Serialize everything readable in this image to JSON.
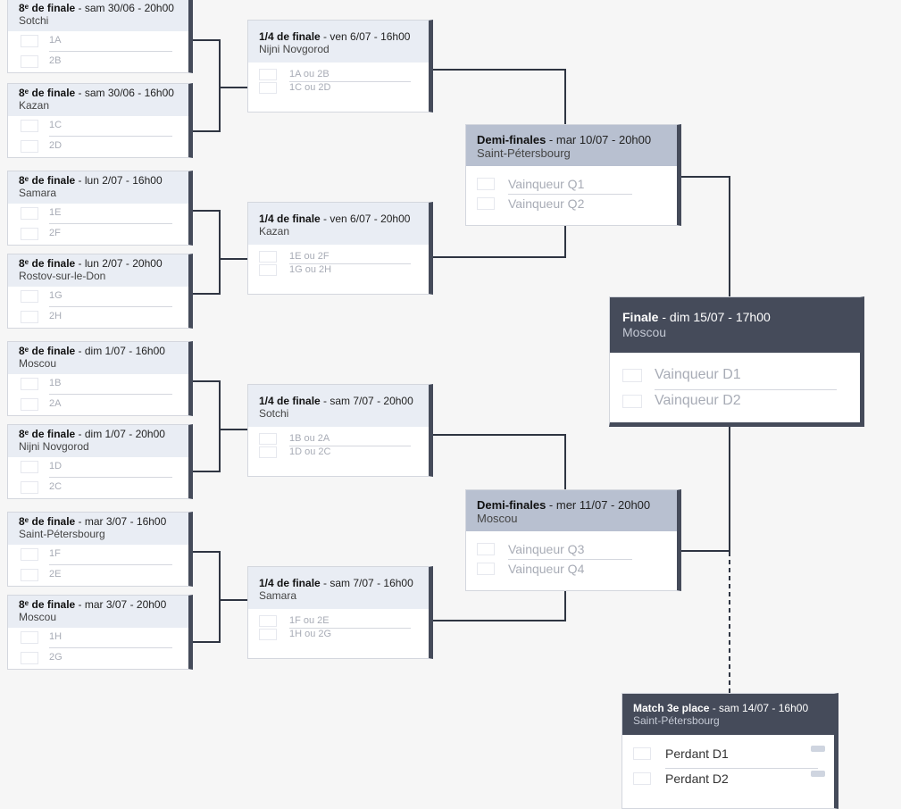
{
  "round_of_16": [
    {
      "round": "8ᵉ de finale",
      "date": "sam 30/06 - 20h00",
      "city": "Sotchi",
      "teams": [
        "1A",
        "2B"
      ]
    },
    {
      "round": "8ᵉ de finale",
      "date": "sam 30/06 - 16h00",
      "city": "Kazan",
      "teams": [
        "1C",
        "2D"
      ]
    },
    {
      "round": "8ᵉ de finale",
      "date": "lun 2/07 - 16h00",
      "city": "Samara",
      "teams": [
        "1E",
        "2F"
      ]
    },
    {
      "round": "8ᵉ de finale",
      "date": "lun 2/07 - 20h00",
      "city": "Rostov-sur-le-Don",
      "teams": [
        "1G",
        "2H"
      ]
    },
    {
      "round": "8ᵉ de finale",
      "date": "dim 1/07 - 16h00",
      "city": "Moscou",
      "teams": [
        "1B",
        "2A"
      ]
    },
    {
      "round": "8ᵉ de finale",
      "date": "dim 1/07 - 20h00",
      "city": "Nijni Novgorod",
      "teams": [
        "1D",
        "2C"
      ]
    },
    {
      "round": "8ᵉ de finale",
      "date": "mar 3/07 - 16h00",
      "city": "Saint-Pétersbourg",
      "teams": [
        "1F",
        "2E"
      ]
    },
    {
      "round": "8ᵉ de finale",
      "date": "mar 3/07 - 20h00",
      "city": "Moscou",
      "teams": [
        "1H",
        "2G"
      ]
    }
  ],
  "quarter_finals": [
    {
      "round": "1/4 de finale",
      "date": "ven 6/07 - 16h00",
      "city": "Nijni Novgorod",
      "teams": [
        "1A ou 2B",
        "1C ou 2D"
      ]
    },
    {
      "round": "1/4 de finale",
      "date": "ven 6/07 - 20h00",
      "city": "Kazan",
      "teams": [
        "1E ou 2F",
        "1G ou 2H"
      ]
    },
    {
      "round": "1/4 de finale",
      "date": "sam 7/07 - 20h00",
      "city": "Sotchi",
      "teams": [
        "1B ou 2A",
        "1D ou 2C"
      ]
    },
    {
      "round": "1/4 de finale",
      "date": "sam 7/07 - 16h00",
      "city": "Samara",
      "teams": [
        "1F ou 2E",
        "1H ou 2G"
      ]
    }
  ],
  "semi_finals": [
    {
      "round": "Demi-finales",
      "date": "mar 10/07 - 20h00",
      "city": "Saint-Pétersbourg",
      "teams": [
        "Vainqueur Q1",
        "Vainqueur Q2"
      ]
    },
    {
      "round": "Demi-finales",
      "date": "mer 11/07 - 20h00",
      "city": "Moscou",
      "teams": [
        "Vainqueur Q3",
        "Vainqueur Q4"
      ]
    }
  ],
  "final": {
    "round": "Finale",
    "date": "dim 15/07 - 17h00",
    "city": "Moscou",
    "teams": [
      "Vainqueur D1",
      "Vainqueur D2"
    ]
  },
  "third_place": {
    "round": "Match 3e place",
    "date": "sam 14/07 - 16h00",
    "city": "Saint-Pétersbourg",
    "teams": [
      "Perdant D1",
      "Perdant D2"
    ]
  },
  "separator": " - ",
  "colors": {
    "connector": "#2f3542",
    "header_light": "#e9edf4",
    "header_semi": "#b8c0d0",
    "header_dark": "#454b5a",
    "accent_bar": "#454b5a"
  }
}
